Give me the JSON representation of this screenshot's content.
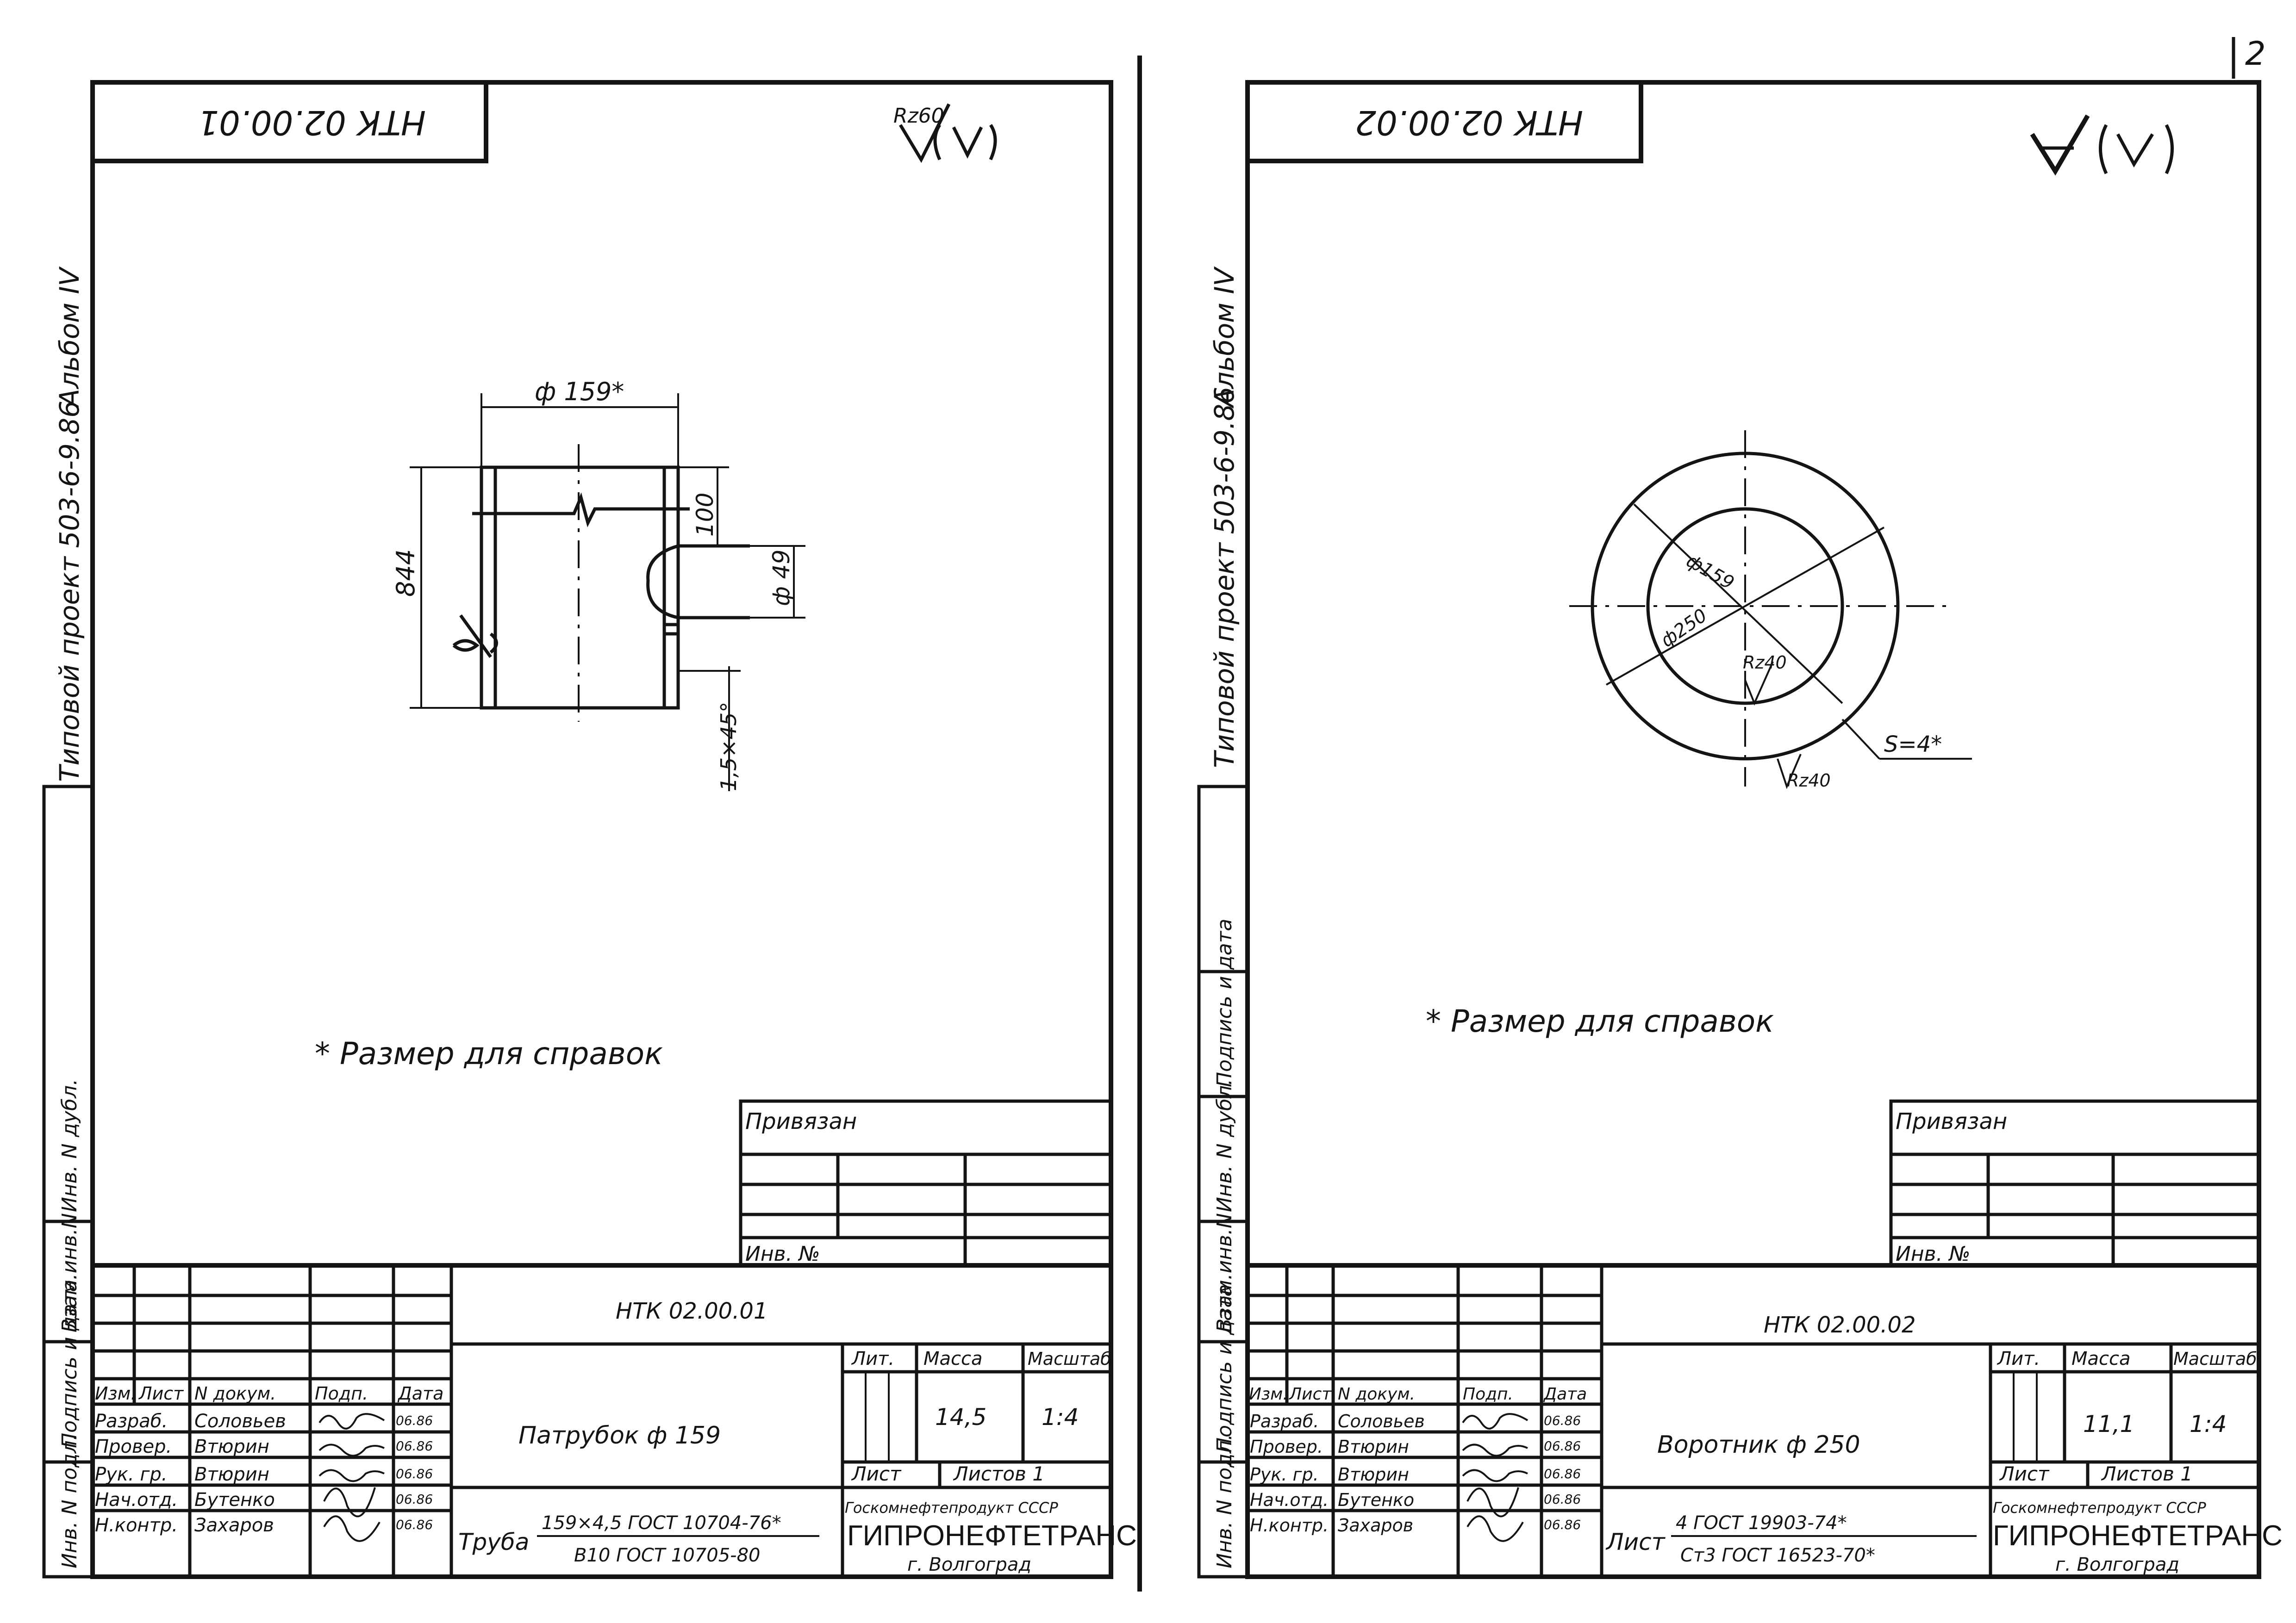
{
  "page_number": "2",
  "stamp": "Типовой проект 503-6-9.86",
  "album": "Альбом IV",
  "side_columns": [
    "Инв. N подл.",
    "Подпись и дата",
    "Взам.инв.N",
    "Инв. N дубл.",
    "Подпись и дата"
  ],
  "note": "* Размер для справок",
  "title_block_headers": {
    "izm": "Изм.",
    "list": "Лист",
    "doc": "N докум.",
    "sign": "Подп.",
    "date": "Дата",
    "lit": "Лит.",
    "mass": "Масса",
    "scale": "Масштаб",
    "sheet": "Лист",
    "sheets": "Листов 1",
    "privyazan": "Привязан",
    "inv_no": "Инв. №"
  },
  "signatures": {
    "roles": [
      "Разраб.",
      "Провер.",
      "Рук. гр.",
      "Нач.отд.",
      "Н.контр."
    ],
    "names": [
      "Соловьев",
      "Втюрин",
      "Втюрин",
      "Бутенко",
      "Захаров"
    ],
    "dates_left": [
      "06.86",
      "06.86",
      "06.86",
      "06.86",
      "06.86"
    ],
    "dates_right": [
      "06.86",
      "06.86",
      "06.86",
      "06.86",
      "06.86"
    ]
  },
  "org": {
    "ministry": "Госкомнефтепродукт СССР",
    "name": "ГИПРОНЕФТЕТРАНС",
    "city": "г. Волгоград"
  },
  "sheets": [
    {
      "code": "НТК 02.00.01",
      "code_mirrored": "НТК 02.00.01",
      "part_name": "Патрубок ф 159",
      "mass": "14,5",
      "scale": "1:4",
      "material_prefix": "Труба",
      "material_top": "159×4,5 ГОСТ 10704-76*",
      "material_bottom": "В10 ГОСТ 10705-80",
      "roughness": "Rz60",
      "dims": {
        "d_outer": "ф 159*",
        "length": "844",
        "offset": "100",
        "branch": "ф 49",
        "chamfer": "1,5×45°"
      }
    },
    {
      "code": "НТК 02.00.02",
      "code_mirrored": "НТК 02.00.02",
      "part_name": "Воротник ф 250",
      "mass": "11,1",
      "scale": "1:4",
      "material_prefix": "Лист",
      "material_top": "4 ГОСТ 19903-74*",
      "material_bottom": "Ст3 ГОСТ 16523-70*",
      "roughness": "",
      "dims": {
        "d_inner": "ф159",
        "d_outer": "ф250",
        "r_inner": "Rz40",
        "r_outer": "Rz40",
        "thickness": "S=4*"
      }
    }
  ]
}
